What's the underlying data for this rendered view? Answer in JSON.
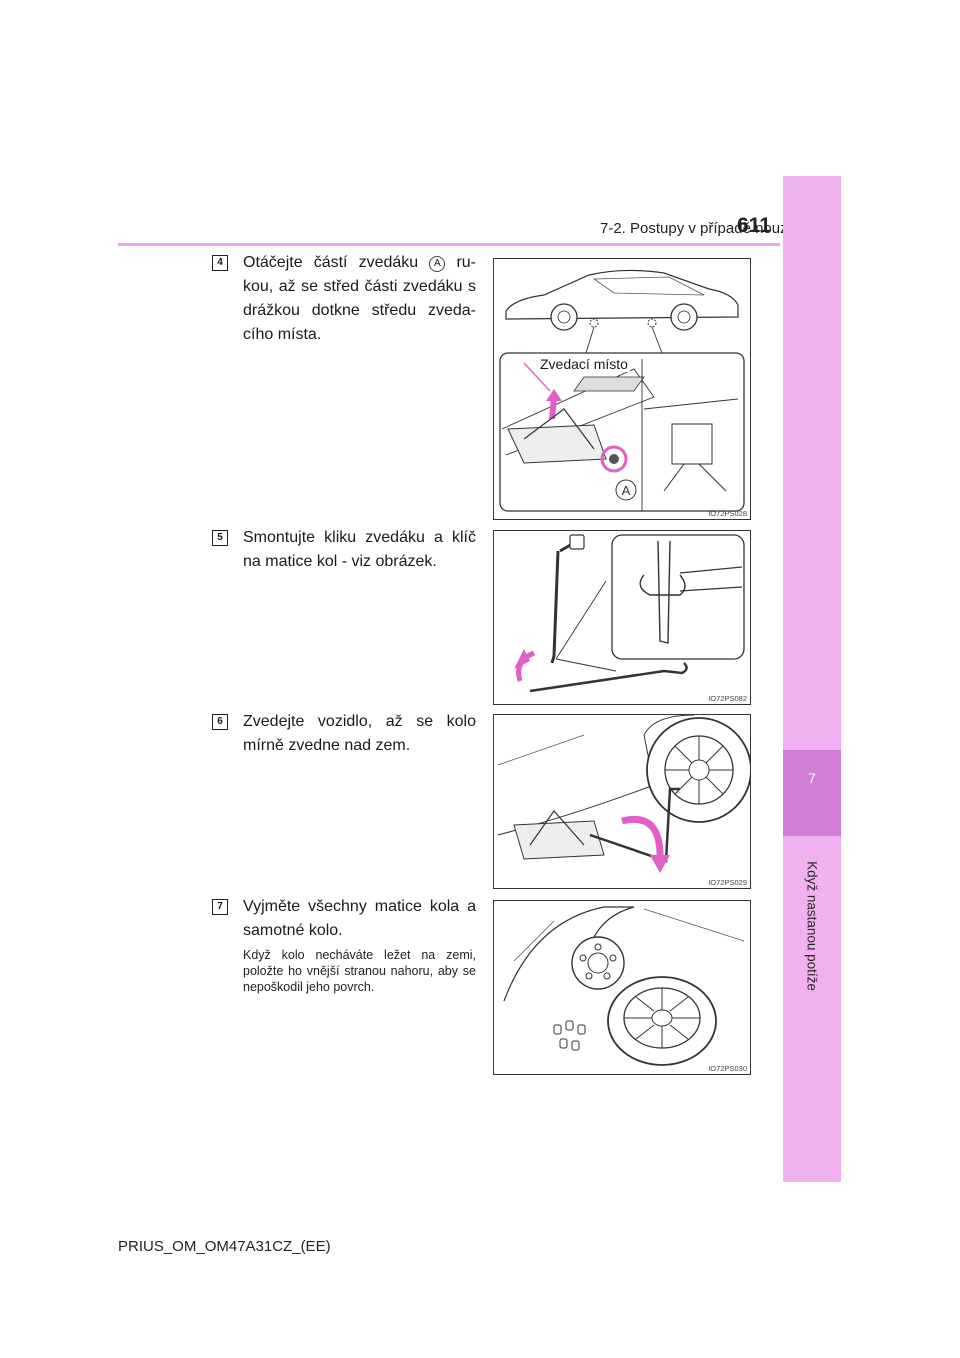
{
  "header": {
    "section_title": "7-2. Postupy v případě nouze",
    "page_number": "611"
  },
  "side_tab": {
    "chapter_number": "7",
    "chapter_title": "Když nastanou potíže"
  },
  "steps": [
    {
      "number": "4",
      "text_before": "Otáčejte částí zvedáku",
      "marker": "A",
      "text_after": "ru-kou, až se střed části zvedáku s drážkou dotkne středu zveda-cího místa."
    },
    {
      "number": "5",
      "text": "Smontujte kliku zvedáku a klíč na matice kol - viz obrázek."
    },
    {
      "number": "6",
      "text": "Zvedejte vozidlo, až se kolo mírně zvedne nad zem."
    },
    {
      "number": "7",
      "text": "Vyjměte všechny matice kola a samotné kolo.",
      "note": "Když kolo necháváte ležet na zemi, položte ho vnější stranou nahoru, aby se nepoškodil jeho povrch."
    }
  ],
  "figures": [
    {
      "code": "IO72PS028",
      "callout": "Zvedací místo",
      "marker": "A"
    },
    {
      "code": "IO72PS082"
    },
    {
      "code": "IO72PS029"
    },
    {
      "code": "IO72PS030"
    }
  ],
  "footer": {
    "doc_id": "PRIUS_OM_OM47A31CZ_(EE)"
  },
  "colors": {
    "accent": "#e8a6e8",
    "tab": "#efb1ef",
    "tab_active": "#d27ed6",
    "arrow": "#e060c8"
  }
}
